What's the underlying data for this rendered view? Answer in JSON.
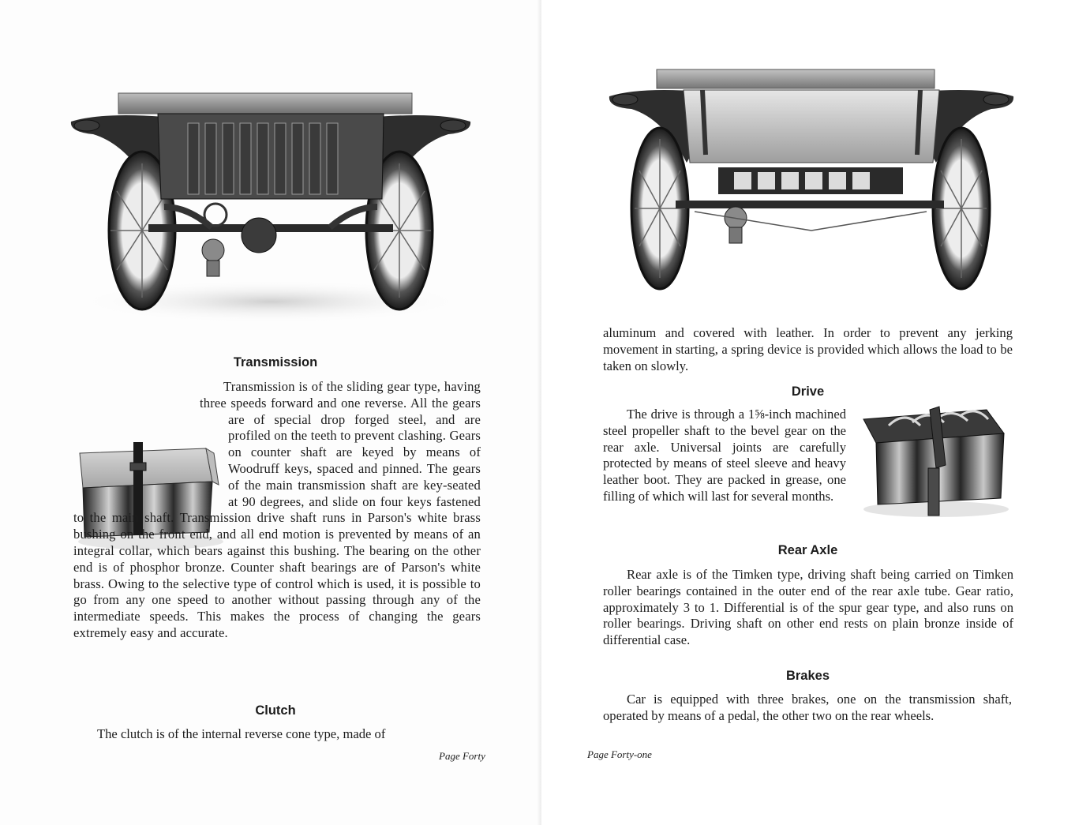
{
  "left_page": {
    "sections": {
      "transmission": {
        "heading": "Transmission",
        "para_1": "Transmission is of the sliding gear type, having three speeds forward and one reverse. All the gears are of special drop forged steel, and are profiled on the teeth to prevent clashing. Gears on counter shaft are keyed by means of Woodruff keys, spaced and pinned. The gears of the main transmission shaft are key-seated at 90 degrees, and slide on four keys fastened to the main shaft. Transmission drive shaft runs in Parson's white brass bushing on the front end, and all end motion is prevented by means of an integral collar, which bears against this bushing. The bearing on the other end is of phosphor bronze. Counter shaft bearings are of Parson's white brass. Owing to the selective type of control which is used, it is possible to go from any one speed to another without passing through any of the intermediate speeds. This makes the process of changing the gears extremely easy and accurate."
      },
      "clutch": {
        "heading": "Clutch",
        "para_1": "The clutch is of the internal reverse cone type, made of"
      }
    },
    "folio": "Page Forty"
  },
  "right_page": {
    "continued": "aluminum and covered with leather. In order to prevent any jerking movement in starting, a spring device is provided which allows the load to be taken on slowly.",
    "sections": {
      "drive": {
        "heading": "Drive",
        "para_1": "The drive is through a 1⅝-inch machined steel propeller shaft to the bevel gear on the rear axle. Universal joints are carefully protected by means of steel sleeve and heavy leather boot. They are packed in grease, one filling of which will last for several months."
      },
      "rear_axle": {
        "heading": "Rear Axle",
        "para_1": "Rear axle is of the Timken type, driving shaft being carried on Timken roller bearings contained in the outer end of the rear axle tube. Gear ratio, approximately 3 to 1. Differential is of the spur gear type, and also runs on roller bearings. Driving shaft on other end rests on plain bronze inside of differential case."
      },
      "brakes": {
        "heading": "Brakes",
        "para_1": "Car is equipped with three brakes, one on the transmission shaft, operated by means of a pedal, the other two on the rear wheels."
      }
    },
    "folio": "Page Forty-one"
  },
  "colors": {
    "paper": "#ffffff",
    "ink": "#1c1c1c",
    "photo_dark": "#2a2a2a",
    "photo_mid": "#7a7a7a",
    "photo_light": "#d8d8d8"
  }
}
